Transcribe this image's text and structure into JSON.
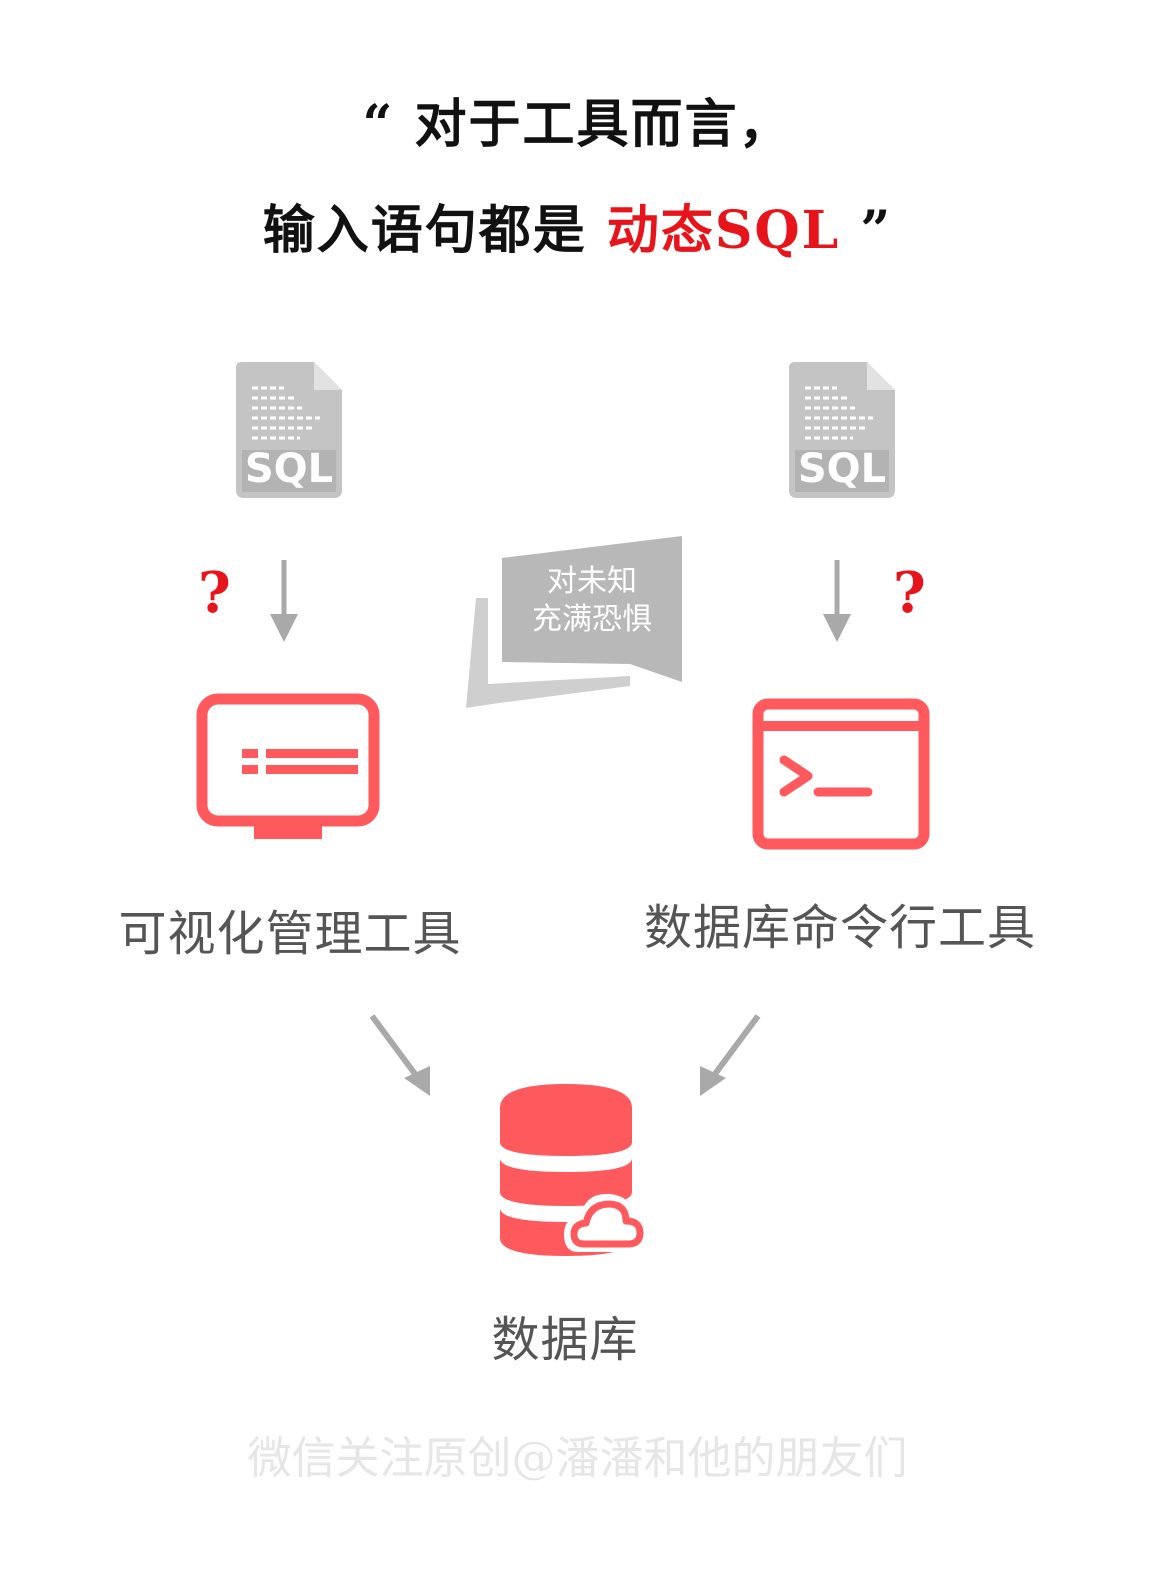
{
  "title": {
    "line1": "“ 对于工具而言，",
    "line2_prefix": "输入语句都是 ",
    "line2_highlight": "动态SQL",
    "line2_suffix": " ”"
  },
  "sql_file_left": {
    "icon_text": "SQL",
    "icon": "sql-file-icon"
  },
  "sql_file_right": {
    "icon_text": "SQL",
    "icon": "sql-file-icon"
  },
  "question_left": "?",
  "question_right": "?",
  "speech_bubble": {
    "line1": "对未知",
    "line2": "充满恐惧"
  },
  "gui_tool": {
    "label": "可视化管理工具",
    "icon": "monitor-icon"
  },
  "cli_tool": {
    "label": "数据库命令行工具",
    "icon": "terminal-icon"
  },
  "database": {
    "label": "数据库",
    "icon": "cloud-database-icon"
  },
  "watermark": "微信关注原创@潘潘和他的朋友们",
  "colors": {
    "accent": "#fe5a5e",
    "highlight": "#e8141b",
    "gray": "#b8b8b8",
    "label": "#555555"
  }
}
